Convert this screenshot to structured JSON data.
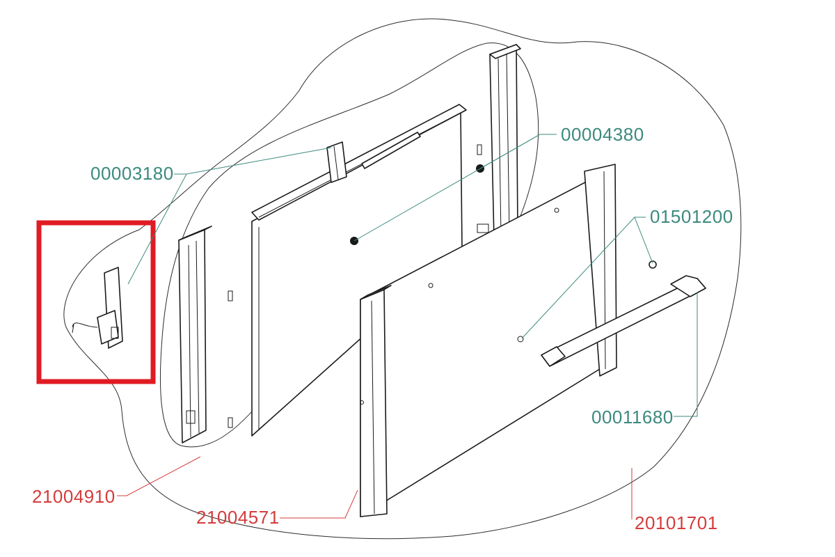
{
  "colors": {
    "green_callout": "#3c8a7e",
    "red_callout": "#d43c3c",
    "highlight": "#e01b24",
    "line": "#1a1a1a"
  },
  "callouts": {
    "hinge_bracket": "00003180",
    "glass_fixing": "00004380",
    "handle_screw": "01501200",
    "handle": "00011680",
    "side_profile": "21004910",
    "outer_door": "21004571",
    "door_assembly": "20101701"
  }
}
